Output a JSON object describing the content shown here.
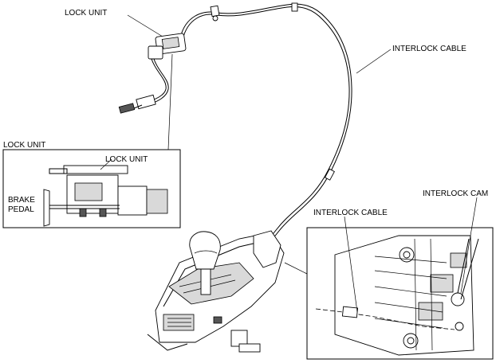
{
  "labels": {
    "lock_unit_top": "LOCK UNIT",
    "interlock_cable_main": "INTERLOCK CABLE",
    "inset_left_title": "LOCK UNIT",
    "inset_left_lock_unit": "LOCK UNIT",
    "inset_left_brake_line1": "BRAKE",
    "inset_left_brake_line2": "PEDAL",
    "inset_right_interlock_cam": "INTERLOCK CAM",
    "inset_right_interlock_cable": "INTERLOCK CABLE"
  }
}
